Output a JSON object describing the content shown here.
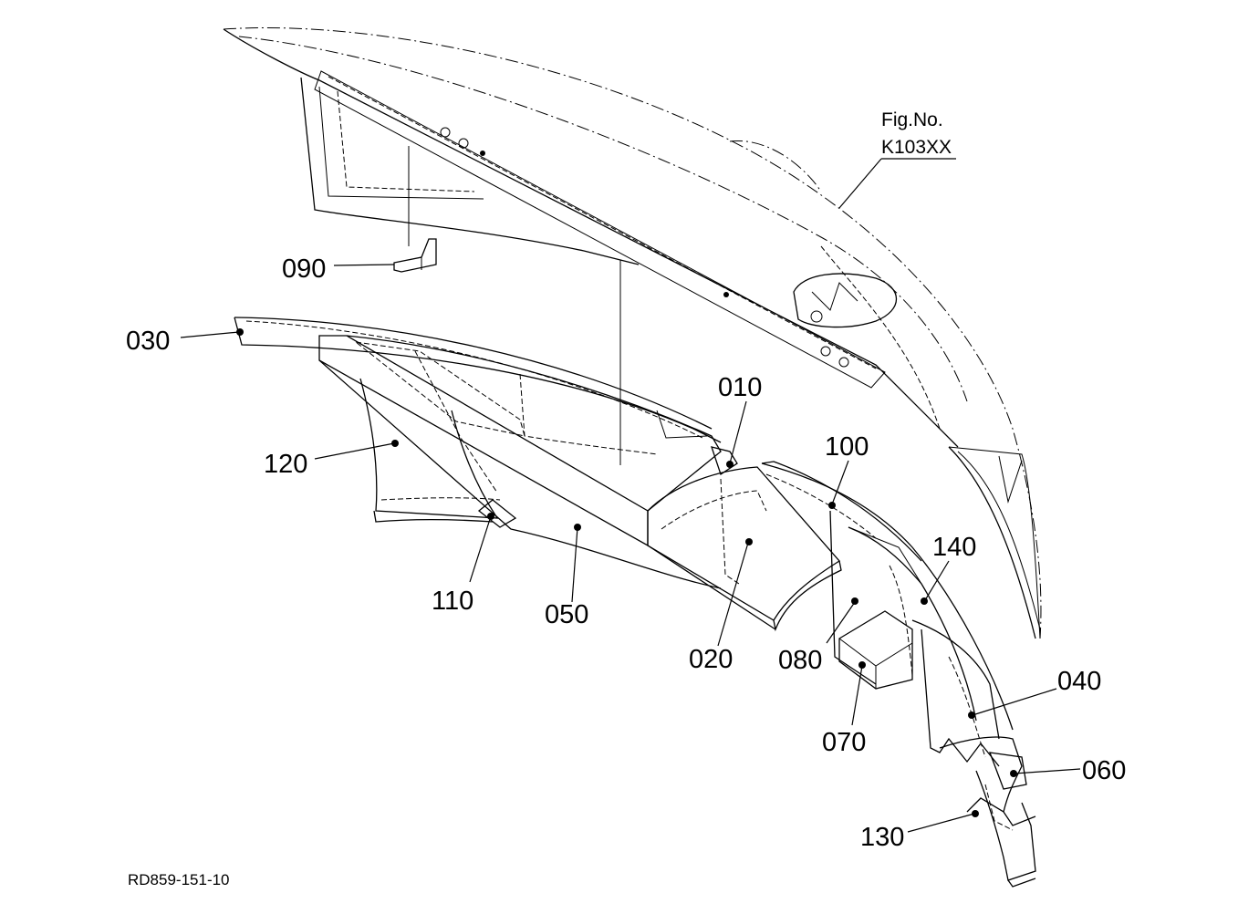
{
  "figure": {
    "fig_no_label": "Fig.No.",
    "fig_no_value": "K103XX",
    "reference_code": "RD859-151-10"
  },
  "parts": [
    {
      "id": "p010",
      "label": "010"
    },
    {
      "id": "p020",
      "label": "020"
    },
    {
      "id": "p030",
      "label": "030"
    },
    {
      "id": "p040",
      "label": "040"
    },
    {
      "id": "p050",
      "label": "050"
    },
    {
      "id": "p060",
      "label": "060"
    },
    {
      "id": "p070",
      "label": "070"
    },
    {
      "id": "p080",
      "label": "080"
    },
    {
      "id": "p090",
      "label": "090"
    },
    {
      "id": "p100",
      "label": "100"
    },
    {
      "id": "p110",
      "label": "110"
    },
    {
      "id": "p120",
      "label": "120"
    },
    {
      "id": "p130",
      "label": "130"
    },
    {
      "id": "p140",
      "label": "140"
    }
  ],
  "colors": {
    "ink": "#000000",
    "paper": "#ffffff"
  }
}
